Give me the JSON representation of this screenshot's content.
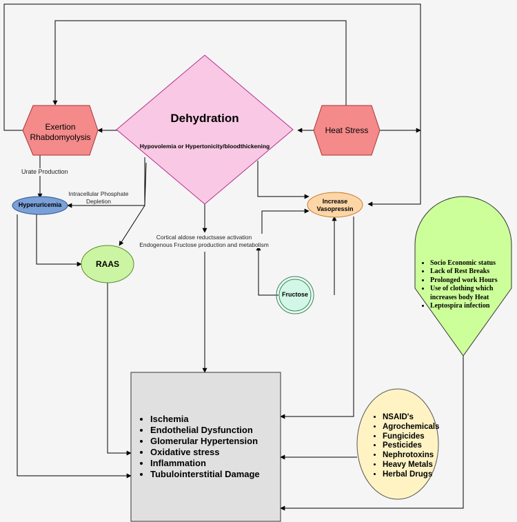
{
  "colors": {
    "dehydration_fill": "#f9c8e4",
    "exertion_fill": "#f48a8a",
    "heat_fill": "#f48a8a",
    "hyperuricemia_fill": "#7aa0d8",
    "raas_fill": "#ccf5a3",
    "vasopressin_fill": "#fdd6a8",
    "fructose_fill": "#d2f7e6",
    "risk_fill": "#ccff99",
    "drugs_fill": "#fff3c4",
    "outcomes_fill": "#e0e0e0"
  },
  "nodes": {
    "dehydration": {
      "title": "Dehydration",
      "subtitle": "Hypovolemia or Hypertonicity/bloodthickening"
    },
    "exertion": {
      "line1": "Exertion",
      "line2": "Rhabdomyolysis"
    },
    "heat_stress": {
      "label": "Heat Stress"
    },
    "hyperuricemia": {
      "label": "Hyperuricemia"
    },
    "raas": {
      "label": "RAAS"
    },
    "vasopressin": {
      "line1": "Increase",
      "line2": "Vasopressin"
    },
    "fructose": {
      "label": "Fructose"
    }
  },
  "edge_labels": {
    "urate": "Urate Production",
    "phosphate_line1": "Intracellular Phosphate",
    "phosphate_line2": "Depletion",
    "aldose_line1": "Cortical aldose reductsase activation",
    "aldose_line2": "Endogenous Fructose production and metabolism"
  },
  "risk_factors": [
    "Socio Economic status",
    "Lack of Rest Breaks",
    "Prolonged work Hours",
    "Use of clothing which increases body Heat",
    "Leptospira infection"
  ],
  "nephrotoxins": [
    "NSAID's",
    "Agrochemicals",
    "Fungicides",
    "Pesticides",
    "Nephrotoxins",
    "Heavy Metals",
    "Herbal Drugs"
  ],
  "outcomes": [
    "Ischemia",
    "Endothelial Dysfunction",
    "Glomerular Hypertension",
    "Oxidative stress",
    "Inflammation",
    "Tubulointerstitial Damage"
  ]
}
